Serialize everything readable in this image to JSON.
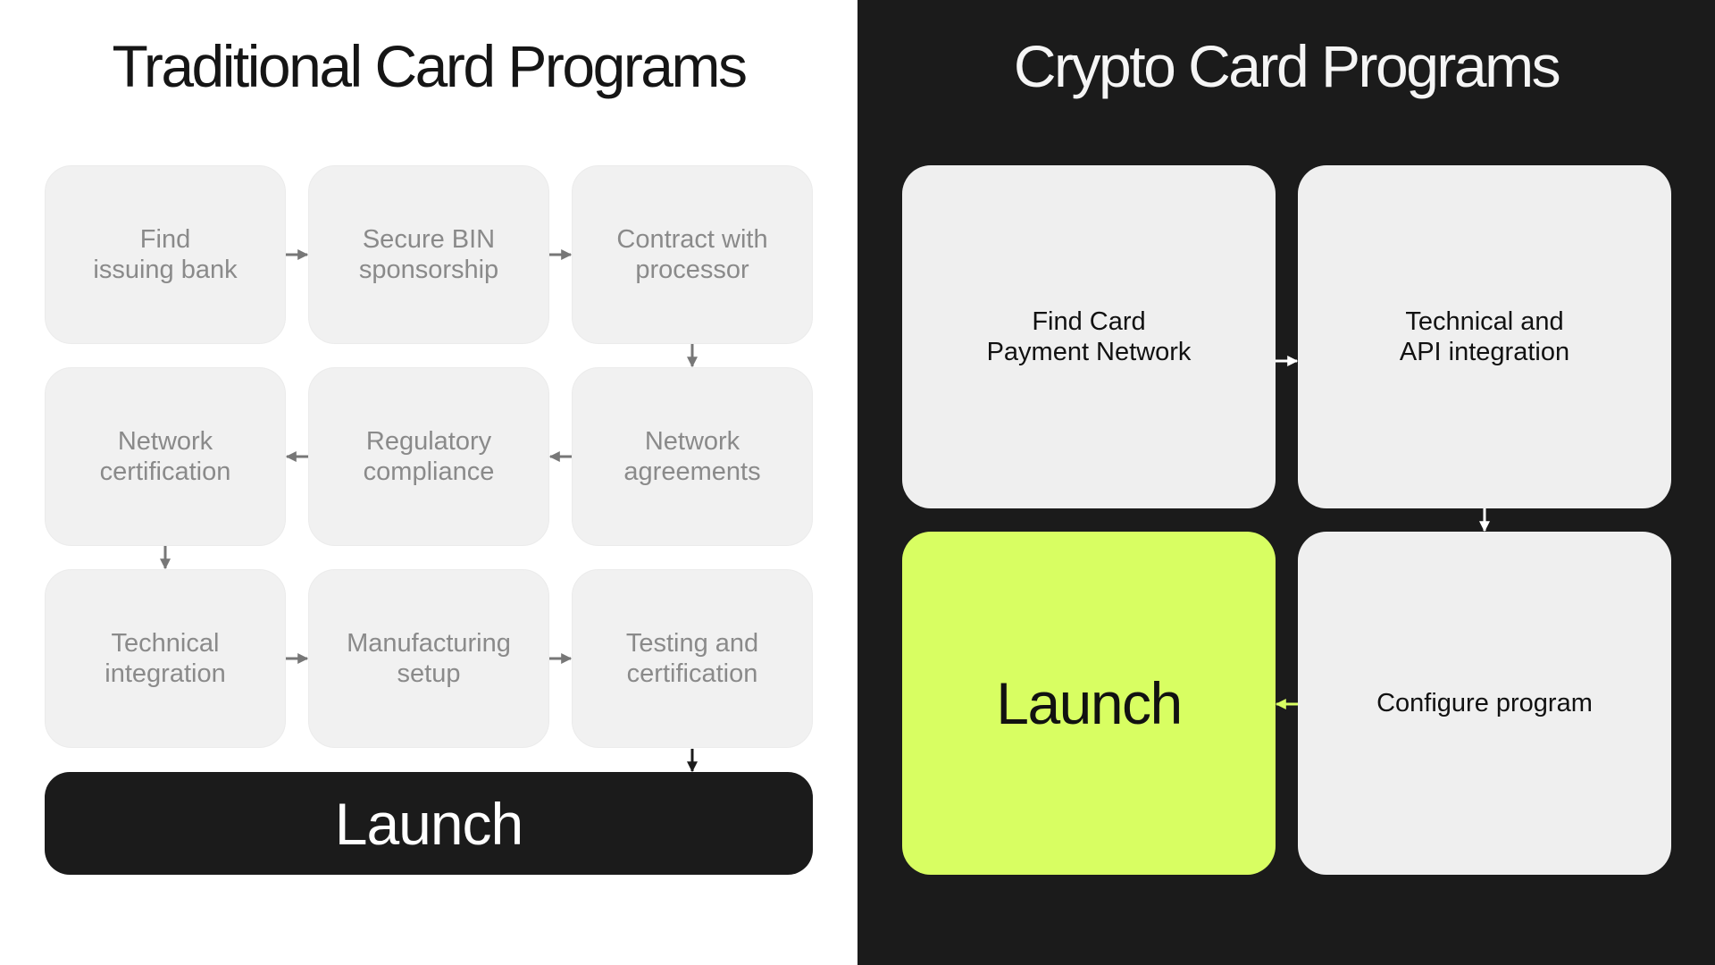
{
  "traditional": {
    "title": "Traditional Card Programs",
    "steps": [
      {
        "lines": [
          "Find",
          "issuing bank"
        ]
      },
      {
        "lines": [
          "Secure BIN",
          "sponsorship"
        ]
      },
      {
        "lines": [
          "Contract with",
          "processor"
        ]
      },
      {
        "lines": [
          "Network",
          "certification"
        ]
      },
      {
        "lines": [
          "Regulatory",
          "compliance"
        ]
      },
      {
        "lines": [
          "Network",
          "agreements"
        ]
      },
      {
        "lines": [
          "Technical",
          "integration"
        ]
      },
      {
        "lines": [
          "Manufacturing",
          "setup"
        ]
      },
      {
        "lines": [
          "Testing and",
          "certification"
        ]
      }
    ],
    "launch_label": "Launch"
  },
  "crypto": {
    "title": "Crypto Card Programs",
    "steps": [
      {
        "lines": [
          "Find Card",
          "Payment Network"
        ]
      },
      {
        "lines": [
          "Technical and",
          "API integration"
        ]
      },
      {
        "lines": [
          "Configure program"
        ]
      }
    ],
    "launch_label": "Launch"
  },
  "colors": {
    "left_background": "#ffffff",
    "right_background": "#1b1b1b",
    "step_fill": "#f1f1f1",
    "muted_text": "#8a8a8a",
    "launch_dark": "#1b1b1b",
    "launch_accent": "#d8fe62",
    "arrow_gray": "#777777"
  },
  "icons": {
    "flow_arrow": "arrow-icon"
  }
}
